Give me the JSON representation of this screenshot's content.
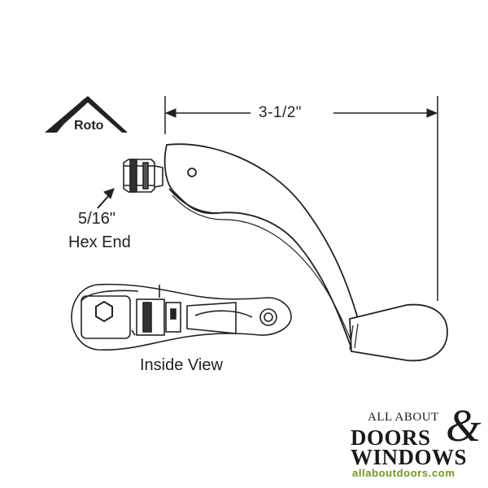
{
  "brand": {
    "logo_text": "Roto"
  },
  "dimension": {
    "length_label": "3-1/2\""
  },
  "callouts": {
    "hex_size": "5/16\"",
    "hex_end": "Hex End",
    "inside_view": "Inside View"
  },
  "watermark": {
    "line1": "ALL ABOUT",
    "line2": "DOORS",
    "amp": "&",
    "line3": "WINDOWS",
    "url": "allaboutdoors.com",
    "url_color": "#6a9c12"
  },
  "colors": {
    "line": "#222222",
    "background": "#ffffff"
  }
}
